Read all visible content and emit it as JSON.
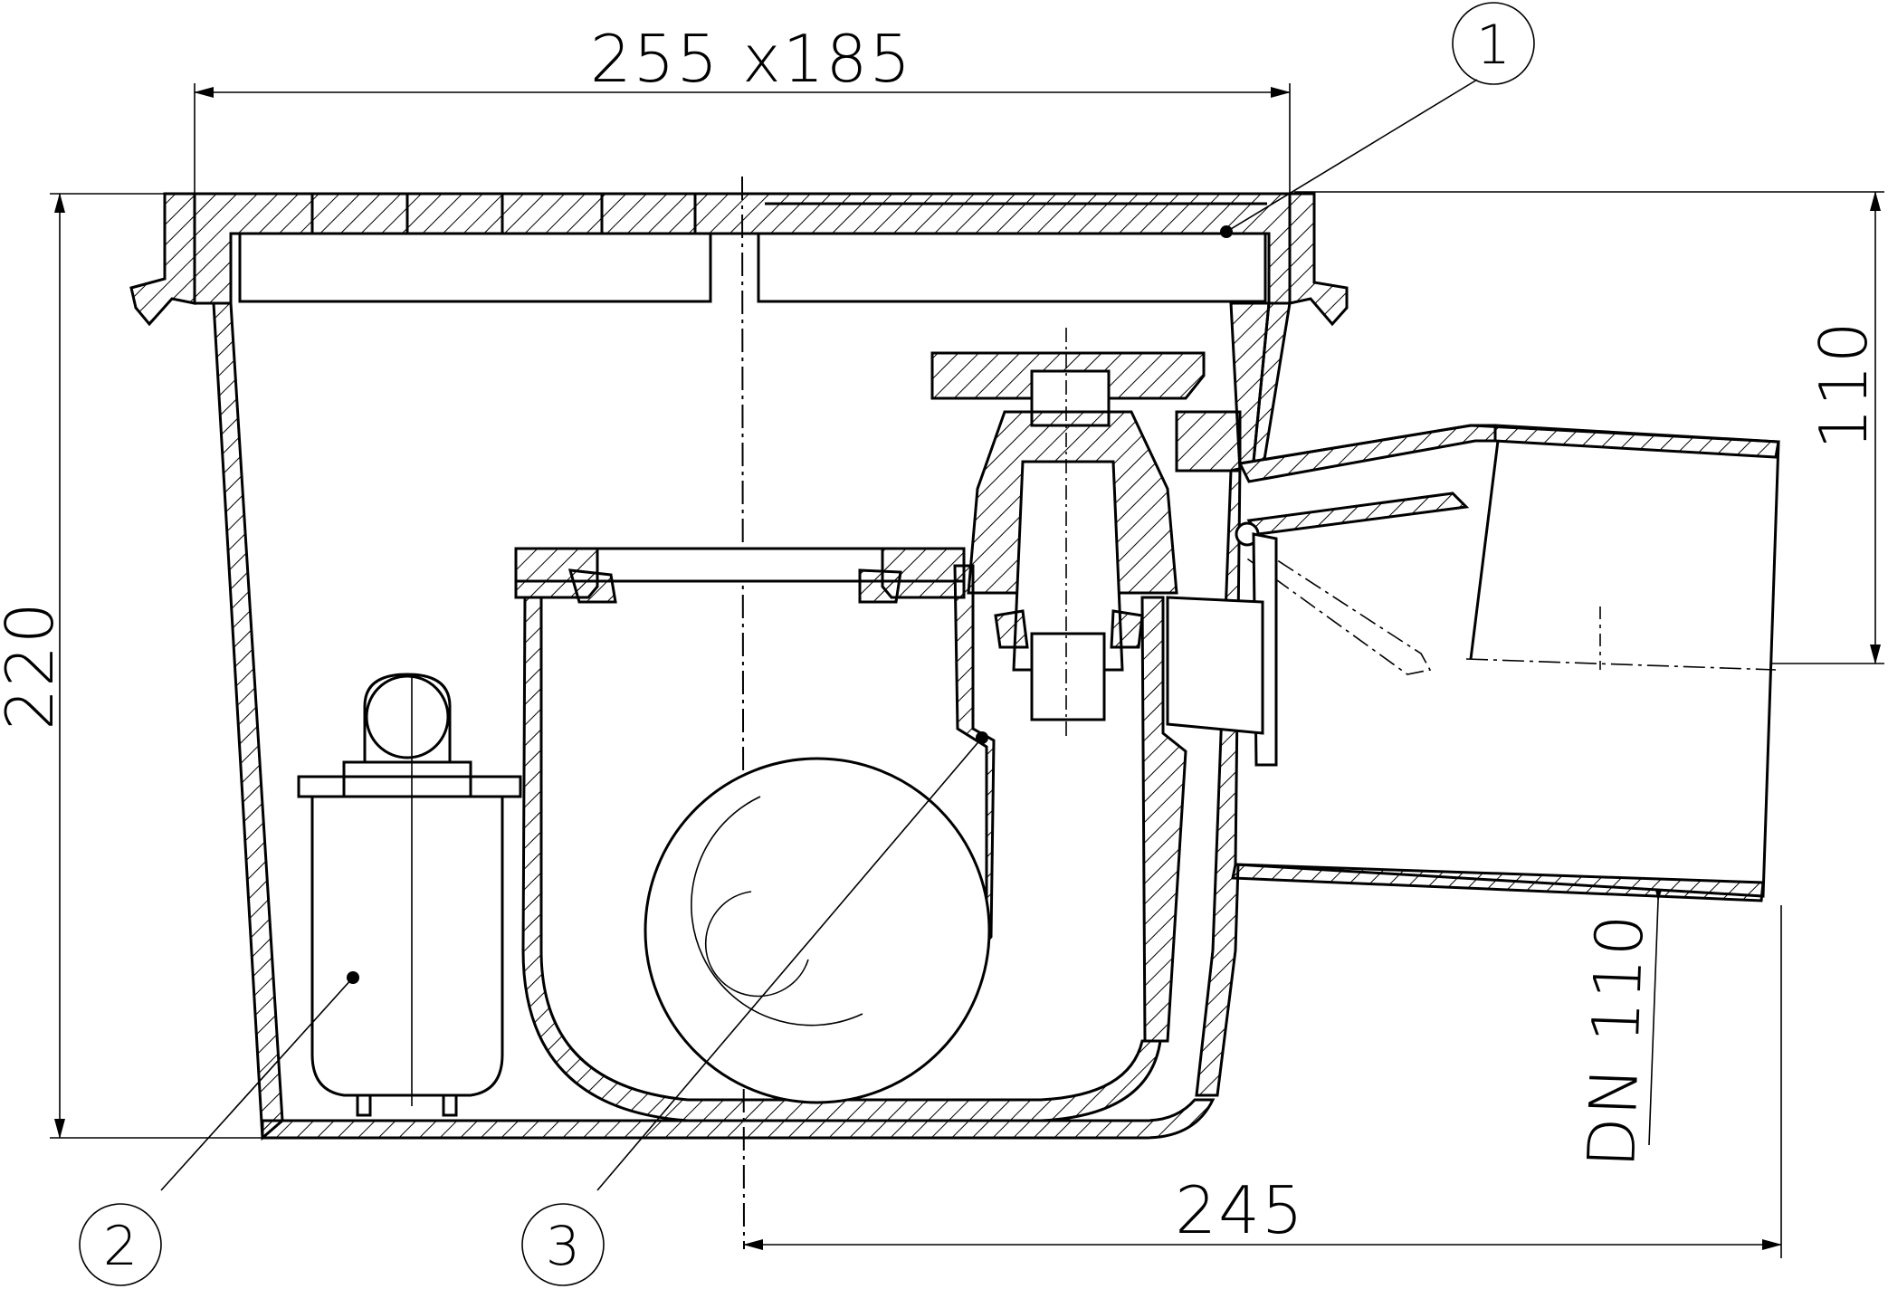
{
  "dimensions": {
    "top_width": "255 x185",
    "height_total": "220",
    "outlet_height": "110",
    "outlet_length": "245",
    "outlet_dn": "DN 110"
  },
  "callouts": [
    "1",
    "2",
    "3"
  ]
}
